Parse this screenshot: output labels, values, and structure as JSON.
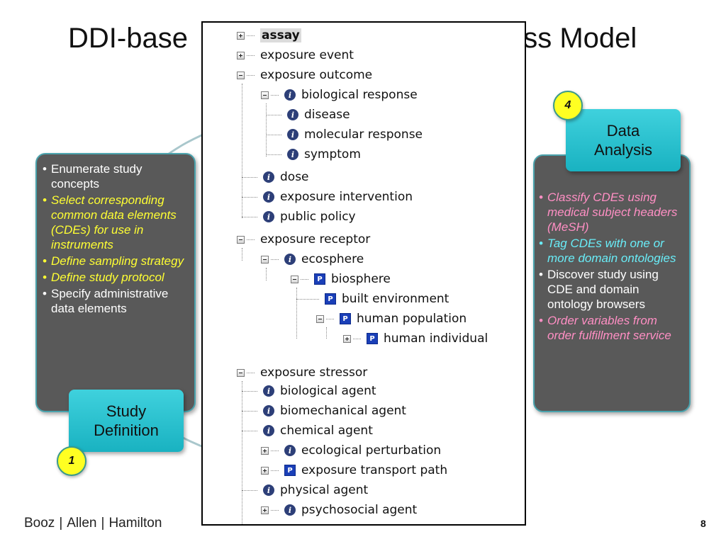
{
  "slide": {
    "title_left": "DDI-base",
    "title_right": "ess Model",
    "page_number": "8",
    "brand": {
      "part1": "Booz",
      "part2": "Allen",
      "part3": "Hamilton"
    }
  },
  "study_definition": {
    "step_number": "1",
    "label_line1": "Study",
    "label_line2": "Definition",
    "bullets": [
      {
        "text": "Enumerate study concepts",
        "style": "white"
      },
      {
        "text": "Select corresponding common data elements (CDEs) for use in instruments",
        "style": "yellow"
      },
      {
        "text": "Define sampling strategy",
        "style": "yellow"
      },
      {
        "text": "Define study protocol",
        "style": "yellow"
      },
      {
        "text": "Specify administrative data elements",
        "style": "white"
      }
    ]
  },
  "data_analysis": {
    "step_number": "4",
    "label_line1": "Data",
    "label_line2": "Analysis",
    "bullets": [
      {
        "text": "Classify CDEs using medical subject headers (MeSH)",
        "style": "pink"
      },
      {
        "text": "Tag CDEs with one or more domain ontologies",
        "style": "cyan"
      },
      {
        "text": "Discover study using CDE and domain ontology browsers",
        "style": "white"
      },
      {
        "text": "Order variables from order fulfillment service",
        "style": "pink"
      }
    ]
  },
  "colors": {
    "panel_bg": "#595959",
    "panel_border": "#4aa3ad",
    "step_box": "#29c1ce",
    "step_circle": "#ffff22",
    "bullet_yellow": "#ffff33",
    "bullet_pink": "#ff8fc4",
    "bullet_cyan": "#69ecf7",
    "icon_instance": "#2d3f78",
    "icon_property": "#1a3fb8"
  },
  "ontology_tree": {
    "nodes": [
      {
        "label": "assay",
        "icon": "none",
        "toggle": "plus",
        "selected": true
      },
      {
        "label": "exposure event",
        "icon": "none",
        "toggle": "plus"
      },
      {
        "label": "exposure outcome",
        "icon": "none",
        "toggle": "minus"
      },
      {
        "label": "biological response",
        "icon": "info-icon",
        "toggle": "minus"
      },
      {
        "label": "disease",
        "icon": "info-icon",
        "toggle": "leaf"
      },
      {
        "label": "molecular response",
        "icon": "info-icon",
        "toggle": "leaf"
      },
      {
        "label": "symptom",
        "icon": "info-icon",
        "toggle": "leaf"
      },
      {
        "label": "dose",
        "icon": "info-icon",
        "toggle": "leaf"
      },
      {
        "label": "exposure intervention",
        "icon": "info-icon",
        "toggle": "leaf"
      },
      {
        "label": "public policy",
        "icon": "info-icon",
        "toggle": "leaf"
      },
      {
        "label": "exposure receptor",
        "icon": "none",
        "toggle": "minus"
      },
      {
        "label": "ecosphere",
        "icon": "info-icon",
        "toggle": "minus"
      },
      {
        "label": "biosphere",
        "icon": "p-icon",
        "toggle": "minus"
      },
      {
        "label": "built environment",
        "icon": "p-icon",
        "toggle": "leaf"
      },
      {
        "label": "human population",
        "icon": "p-icon",
        "toggle": "minus"
      },
      {
        "label": "human individual",
        "icon": "p-icon",
        "toggle": "plus"
      },
      {
        "label": "exposure stressor",
        "icon": "none",
        "toggle": "minus"
      },
      {
        "label": "biological agent",
        "icon": "info-icon",
        "toggle": "leaf"
      },
      {
        "label": "biomechanical agent",
        "icon": "info-icon",
        "toggle": "leaf"
      },
      {
        "label": "chemical agent",
        "icon": "info-icon",
        "toggle": "leaf"
      },
      {
        "label": "ecological perturbation",
        "icon": "info-icon",
        "toggle": "plus"
      },
      {
        "label": "exposure transport path",
        "icon": "p-icon",
        "toggle": "plus"
      },
      {
        "label": "physical agent",
        "icon": "info-icon",
        "toggle": "leaf"
      },
      {
        "label": "psychosocial agent",
        "icon": "info-icon",
        "toggle": "plus"
      }
    ],
    "icon_glyphs": {
      "info": "i",
      "property": "P"
    }
  }
}
